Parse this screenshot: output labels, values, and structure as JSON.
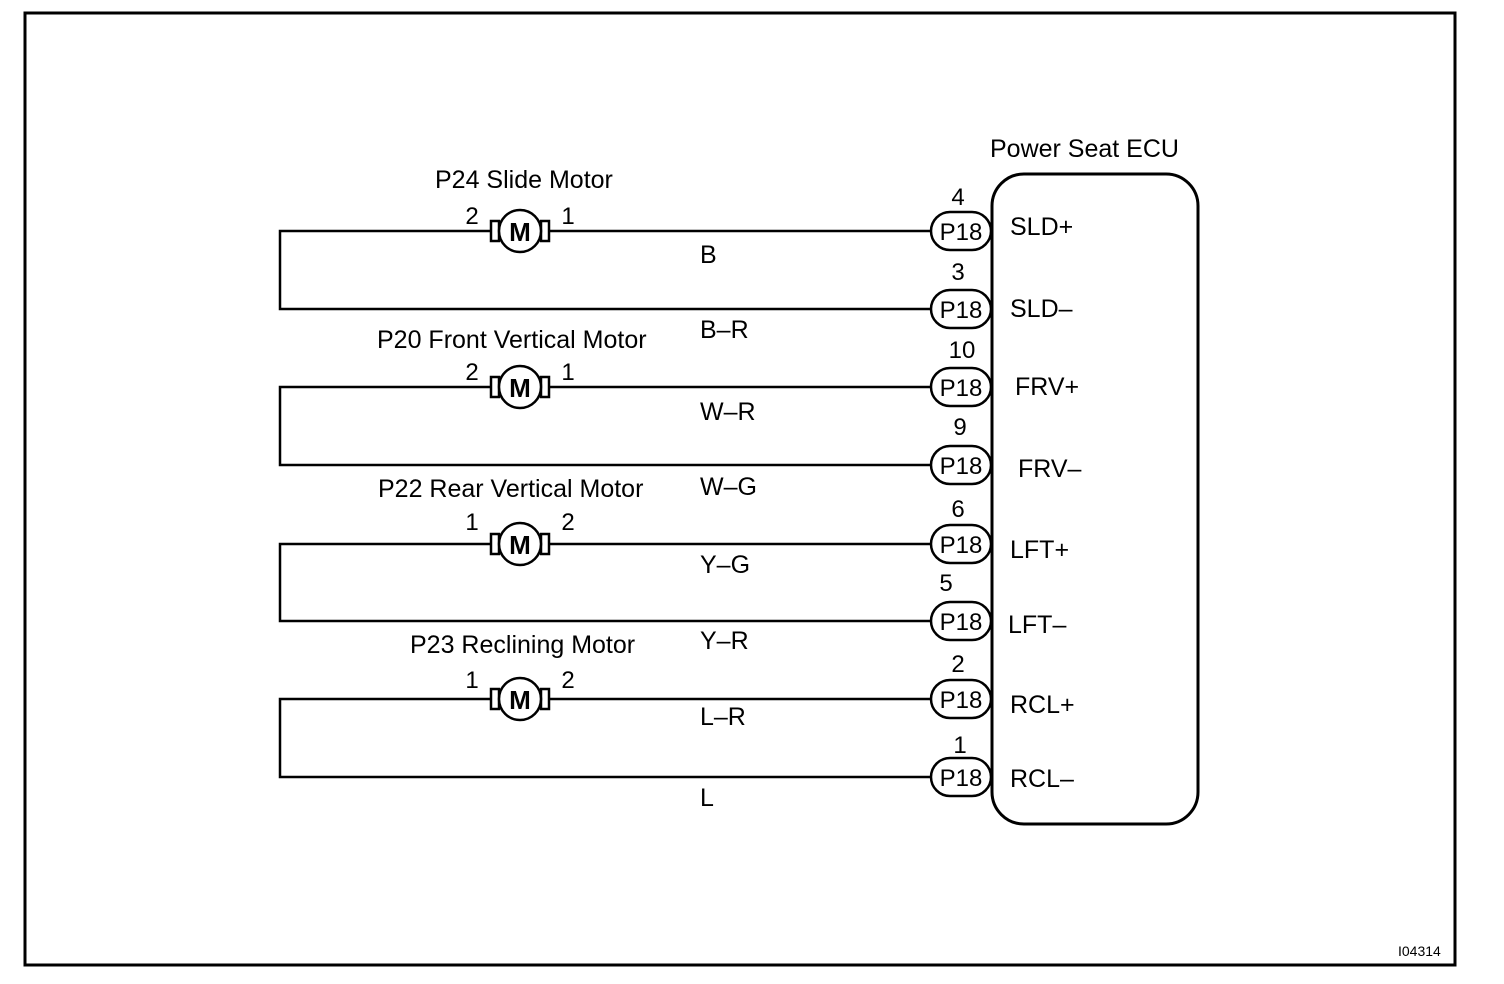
{
  "ecu": {
    "title": "Power Seat ECU"
  },
  "connector_label": "P18",
  "motors": [
    {
      "name": "P24 Slide Motor",
      "symbol": "M",
      "pin_left": "2",
      "pin_right": "1",
      "wire_plus": "B",
      "wire_minus": "B–R",
      "ecu_pin_plus": "4",
      "ecu_pin_minus": "3",
      "term_plus": "SLD+",
      "term_minus": "SLD–"
    },
    {
      "name": "P20 Front Vertical Motor",
      "symbol": "M",
      "pin_left": "2",
      "pin_right": "1",
      "wire_plus": "W–R",
      "wire_minus": "W–G",
      "ecu_pin_plus": "10",
      "ecu_pin_minus": "9",
      "term_plus": "FRV+",
      "term_minus": "FRV–"
    },
    {
      "name": "P22 Rear Vertical Motor",
      "symbol": "M",
      "pin_left": "1",
      "pin_right": "2",
      "wire_plus": "Y–G",
      "wire_minus": "Y–R",
      "ecu_pin_plus": "6",
      "ecu_pin_minus": "5",
      "term_plus": "LFT+",
      "term_minus": "LFT–"
    },
    {
      "name": "P23 Reclining Motor",
      "symbol": "M",
      "pin_left": "1",
      "pin_right": "2",
      "wire_plus": "L–R",
      "wire_minus": "L",
      "ecu_pin_plus": "2",
      "ecu_pin_minus": "1",
      "term_plus": "RCL+",
      "term_minus": "RCL–"
    }
  ],
  "figure_code": "I04314"
}
